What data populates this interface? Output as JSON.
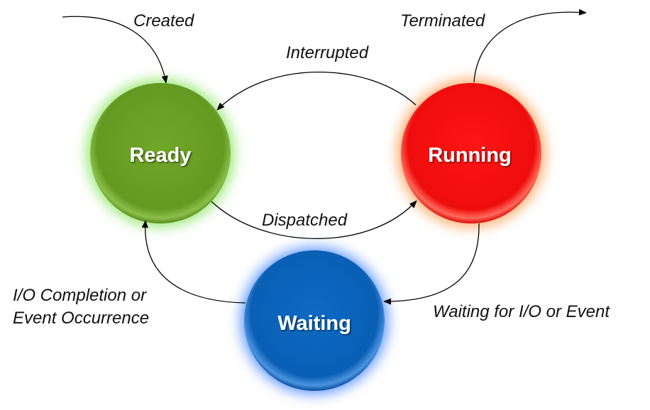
{
  "states": {
    "ready": {
      "label": "Ready",
      "color": "#6aa121",
      "glow": "#7ee05a"
    },
    "running": {
      "label": "Running",
      "color": "#f20f0f",
      "glow": "#ff9a55"
    },
    "waiting": {
      "label": "Waiting",
      "color": "#0b62b8",
      "glow": "#4d8cff"
    }
  },
  "transitions": {
    "created": {
      "label": "Created"
    },
    "terminated": {
      "label": "Terminated"
    },
    "interrupted": {
      "label": "Interrupted"
    },
    "dispatched": {
      "label": "Dispatched"
    },
    "wait_for_event": {
      "label": "Waiting for I/O or Event"
    },
    "io_completion": {
      "line1": "I/O Completion or",
      "line2": "Event Occurrence"
    }
  }
}
